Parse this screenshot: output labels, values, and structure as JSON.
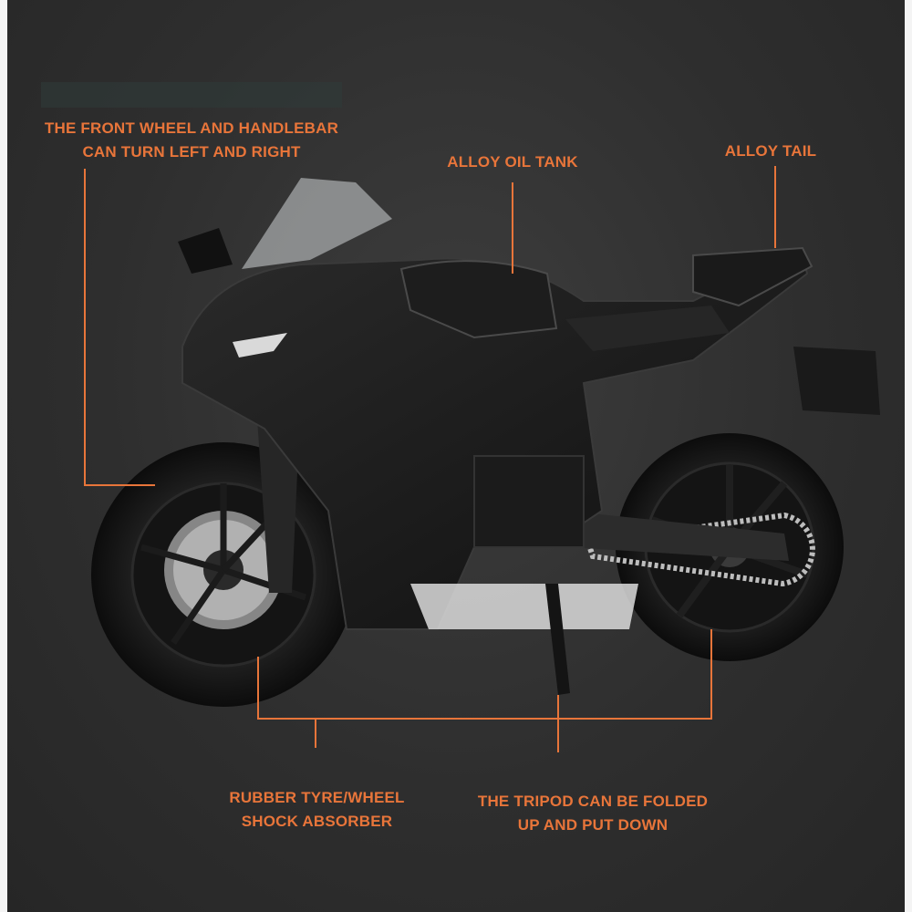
{
  "theme": {
    "accent": "#e8753a",
    "background": "#2f2f2f",
    "bike": "#151515"
  },
  "callouts": {
    "front_wheel": {
      "line1": "THE FRONT WHEEL AND HANDLEBAR",
      "line2": "CAN TURN LEFT AND RIGHT"
    },
    "oil_tank": {
      "line1": "ALLOY OIL TANK"
    },
    "tail": {
      "line1": "ALLOY TAIL"
    },
    "tyre": {
      "line1": "RUBBER TYRE/WHEEL",
      "line2": "SHOCK ABSORBER"
    },
    "tripod": {
      "line1": "THE TRIPOD CAN BE FOLDED",
      "line2": "UP AND PUT DOWN"
    }
  },
  "icons": [
    "motorcycle-illustration"
  ]
}
